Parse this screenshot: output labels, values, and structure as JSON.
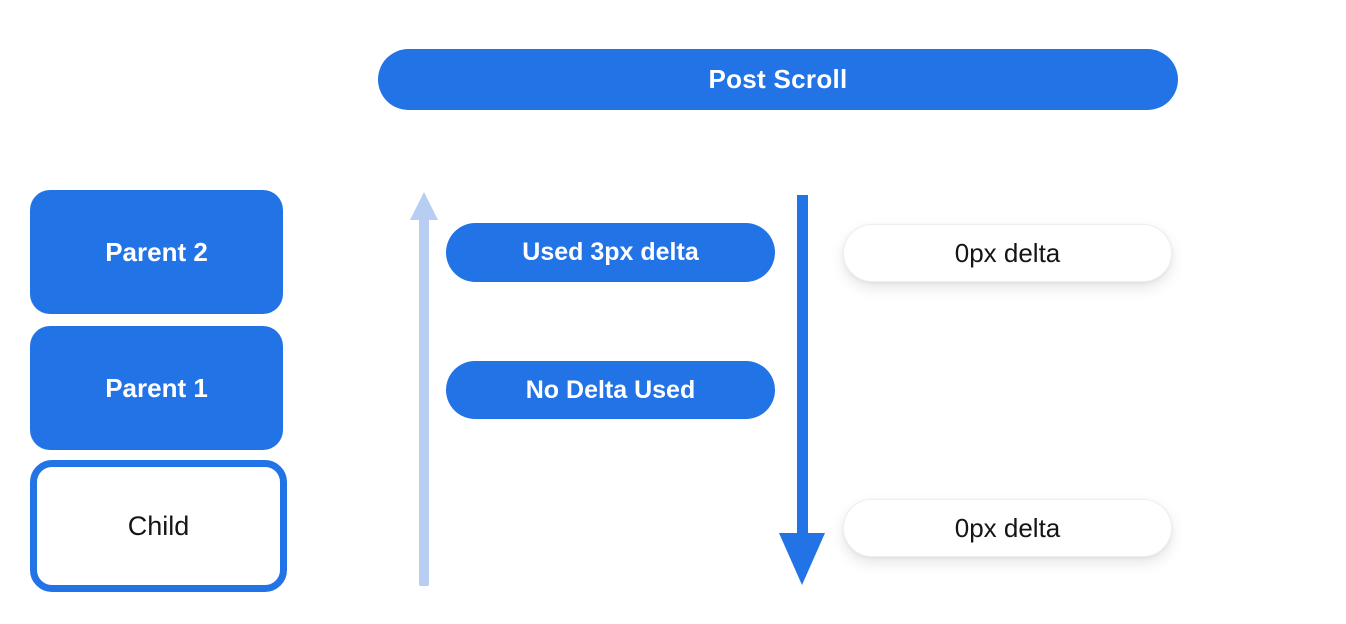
{
  "title_bar": {
    "label": "Post Scroll"
  },
  "node_stack": {
    "parent2_label": "Parent 2",
    "parent1_label": "Parent 1",
    "child_label": "Child"
  },
  "deltas": {
    "used_label": "Used 3px delta",
    "none_label": "No Delta Used",
    "zero_top_label": "0px delta",
    "zero_bottom_label": "0px delta"
  },
  "icons": {
    "up_arrow": "upward-scroll-arrow",
    "down_arrow": "downward-scroll-arrow"
  },
  "colors": {
    "primary_blue": "#2273e6",
    "light_blue": "#b7cdf2",
    "pill_white": "#ffffff",
    "text_black": "#151515"
  }
}
